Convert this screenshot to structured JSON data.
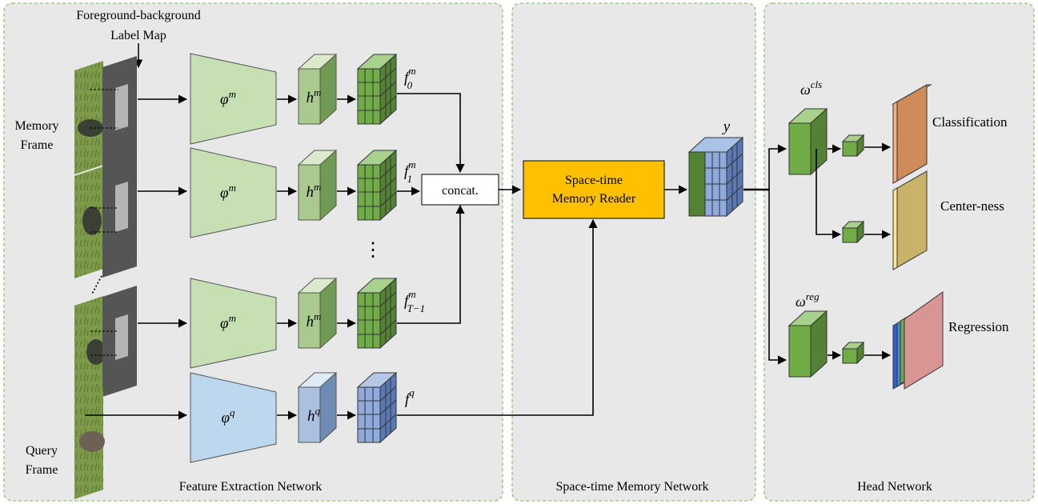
{
  "colors": {
    "panel_fill": "#e8e8e8",
    "panel_border": "#8fc36a",
    "memory_encoder": "#c6e0b4",
    "query_encoder": "#bdd7ee",
    "memory_feature": "#70ad47",
    "query_feature": "#8faadc",
    "reader_fill": "#ffc000",
    "classification_map": "#f4b183",
    "centerness_map": "#d6c27a",
    "regression_map": "#e6a6a6",
    "dark_green": "#548235"
  },
  "panels": {
    "feature_extraction": "Feature Extraction Network",
    "space_time_memory": "Space-time Memory Network",
    "head": "Head Network"
  },
  "inputs": {
    "label_map_line1": "Foreground-background",
    "label_map_line2": "Label Map",
    "memory_frame_line1": "Memory",
    "memory_frame_line2": "Frame",
    "query_frame_line1": "Query",
    "query_frame_line2": "Frame"
  },
  "feature_extraction": {
    "memory_encoder_base": "φ",
    "memory_encoder_sup": "m",
    "query_encoder_base": "φ",
    "query_encoder_sup": "q",
    "memory_h_base": "h",
    "memory_h_sup": "m",
    "query_h_base": "h",
    "query_h_sup": "q",
    "f0_base": "f",
    "f0_sup": "m",
    "f0_sub": "0",
    "f1_base": "f",
    "f1_sup": "m",
    "f1_sub": "1",
    "fT_base": "f",
    "fT_sup": "m",
    "fT_sub": "T−1",
    "fq_base": "f",
    "fq_sup": "q",
    "concat": "concat.",
    "vertical_ellipsis": "⋮",
    "diagonal_ellipsis": "......"
  },
  "memory_network": {
    "reader_line1": "Space-time",
    "reader_line2": "Memory Reader",
    "output": "y"
  },
  "head": {
    "wcls_base": "ω",
    "wcls_sup": "cls",
    "wreg_base": "ω",
    "wreg_sup": "reg",
    "classification": "Classification",
    "centerness": "Center-ness",
    "regression": "Regression"
  }
}
